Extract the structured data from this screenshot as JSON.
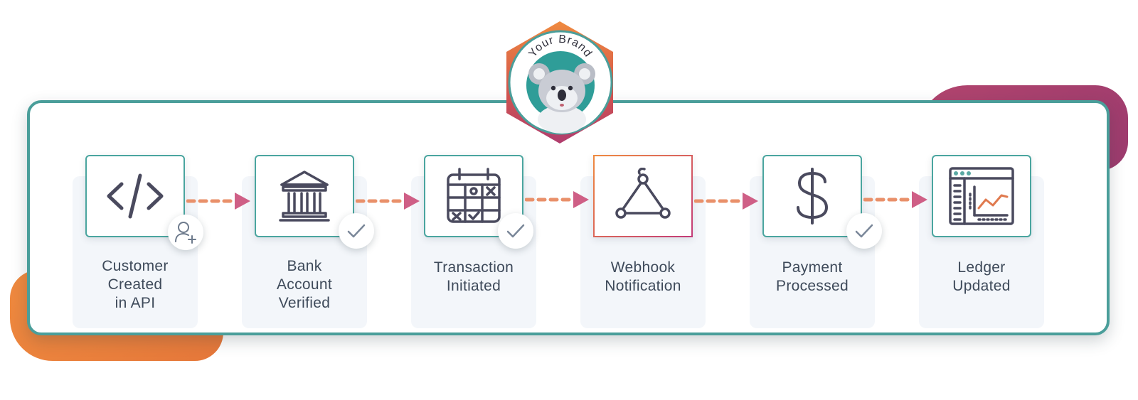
{
  "brand": {
    "text": "Your Brand",
    "colors": {
      "teal": "#4a9e9a",
      "orange": "#ef8a3f",
      "magenta": "#c33b78"
    }
  },
  "steps": [
    {
      "label_lines": [
        "Customer",
        "Created",
        "in API"
      ],
      "icon": "code-icon",
      "badge": "add-user-icon"
    },
    {
      "label_lines": [
        "Bank",
        "Account",
        "Verified"
      ],
      "icon": "bank-icon",
      "badge": "checkmark-icon"
    },
    {
      "label_lines": [
        "Transaction",
        "Initiated"
      ],
      "icon": "calendar-icon",
      "badge": "checkmark-icon"
    },
    {
      "label_lines": [
        "Webhook",
        "Notification"
      ],
      "icon": "webhook-icon",
      "badge": ""
    },
    {
      "label_lines": [
        "Payment",
        "Processed"
      ],
      "icon": "dollar-icon",
      "badge": "checkmark-icon"
    },
    {
      "label_lines": [
        "Ledger",
        "Updated"
      ],
      "icon": "ledger-icon",
      "badge": ""
    }
  ]
}
